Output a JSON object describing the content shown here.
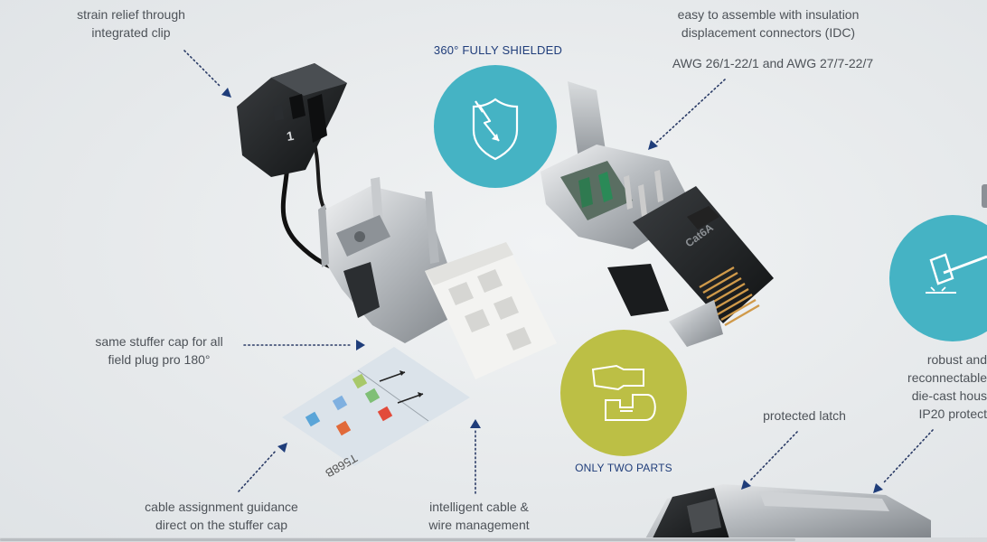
{
  "labels": {
    "strain_relief": [
      "strain relief through",
      "integrated clip"
    ],
    "easy_assemble": [
      "easy to assemble with insulation",
      "displacement connectors (IDC)"
    ],
    "awg": "AWG 26/1-22/1 and AWG 27/7-22/7",
    "same_stuffer": [
      "same stuffer cap for all",
      "field plug pro 180°"
    ],
    "cable_guidance": [
      "cable assignment guidance",
      "direct on the stuffer cap"
    ],
    "intelligent": [
      "intelligent cable &",
      "wire management"
    ],
    "protected_latch": "protected latch",
    "robust": [
      "robust and",
      "reconnectable",
      "die-cast hous",
      "IP20 protect"
    ]
  },
  "features": {
    "shielded": "360° FULLY SHIELDED",
    "two_parts": "ONLY TWO PARTS"
  },
  "product_markings": {
    "clip_number": "1",
    "cap_code": "T568B",
    "jack_label": "Cat6A"
  },
  "colors": {
    "teal": "#45b3c4",
    "olive": "#bcbf45",
    "navy": "#1f3d7a",
    "text": "#4d5258"
  },
  "icons": {
    "shield": "shield-lightning-icon",
    "parts": "two-parts-icon",
    "hammer": "hammer-icon"
  }
}
